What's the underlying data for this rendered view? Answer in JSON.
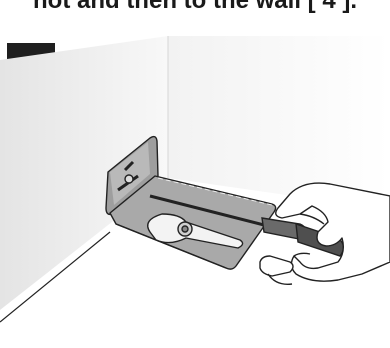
{
  "caption": {
    "partial_text": "hot and then to the wall [ 4 ]."
  },
  "step": {
    "number": "4"
  },
  "illustration": {
    "depicts": [
      "wall-corner",
      "metal-bracket",
      "screwdriver",
      "hand"
    ],
    "colors": {
      "wall_shade": "#e9e9e9",
      "wall_light": "#f7f7f7",
      "bracket": "#a8a8a8",
      "bracket_dark": "#7d7d7d",
      "outline": "#222222",
      "screwdriver_handle": "#555555"
    }
  }
}
